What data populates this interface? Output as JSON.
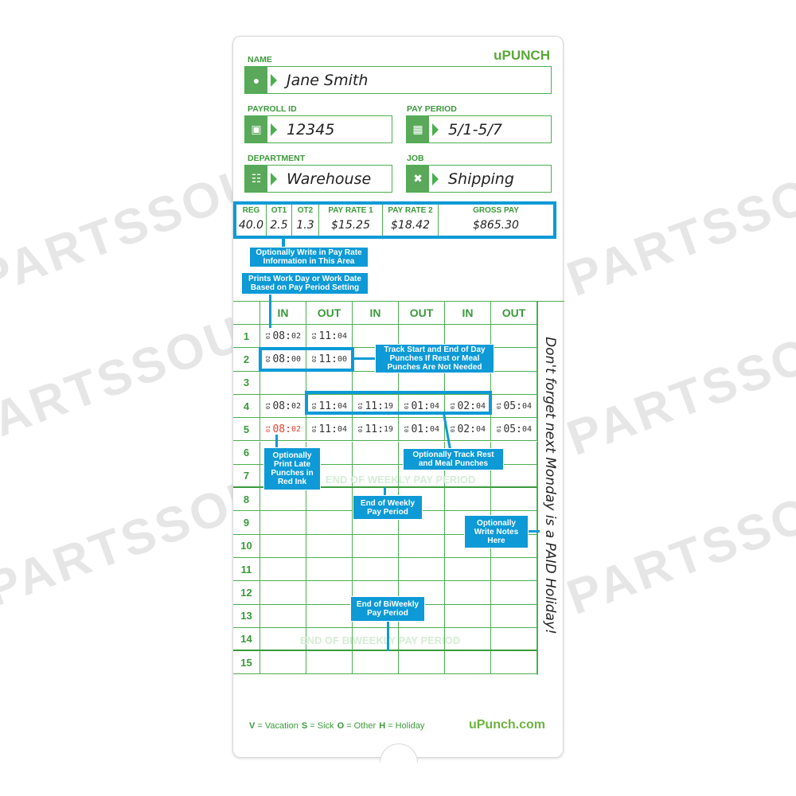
{
  "watermark": "PARTSSOURCE",
  "brand": {
    "logo": "uPUNCH",
    "site": "uPunch.com"
  },
  "fields": {
    "name": {
      "label": "NAME",
      "value": "Jane Smith",
      "icon": "person-icon"
    },
    "payroll_id": {
      "label": "PAYROLL ID",
      "value": "12345",
      "icon": "id-badge-icon"
    },
    "pay_period": {
      "label": "PAY PERIOD",
      "value": "5/1-5/7",
      "icon": "calendar-icon"
    },
    "department": {
      "label": "DEPARTMENT",
      "value": "Warehouse",
      "icon": "org-chart-icon"
    },
    "job": {
      "label": "JOB",
      "value": "Shipping",
      "icon": "tools-icon"
    }
  },
  "pay": [
    {
      "label": "REG",
      "value": "40.0"
    },
    {
      "label": "OT1",
      "value": "2.5"
    },
    {
      "label": "OT2",
      "value": "1.3"
    },
    {
      "label": "PAY RATE 1",
      "value": "$15.25"
    },
    {
      "label": "PAY RATE 2",
      "value": "$18.42"
    },
    {
      "label": "GROSS PAY",
      "value": "$865.30"
    }
  ],
  "columns": [
    "IN",
    "OUT",
    "IN",
    "OUT",
    "IN",
    "OUT"
  ],
  "rows": [
    {
      "n": "1",
      "p": [
        [
          "01",
          "08",
          "02"
        ],
        [
          "01",
          "11",
          "04"
        ]
      ]
    },
    {
      "n": "2",
      "p": [
        [
          "02",
          "08",
          "00"
        ],
        [
          "02",
          "11",
          "00"
        ]
      ]
    },
    {
      "n": "3",
      "p": []
    },
    {
      "n": "4",
      "p": [
        [
          "01",
          "08",
          "02"
        ],
        [
          "01",
          "11",
          "04"
        ],
        [
          "01",
          "11",
          "19"
        ],
        [
          "01",
          "01",
          "04"
        ],
        [
          "01",
          "02",
          "04"
        ],
        [
          "01",
          "05",
          "04"
        ]
      ]
    },
    {
      "n": "5",
      "p": [
        [
          "01",
          "08",
          "02"
        ],
        [
          "01",
          "11",
          "04"
        ],
        [
          "01",
          "11",
          "19"
        ],
        [
          "01",
          "01",
          "04"
        ],
        [
          "01",
          "02",
          "04"
        ],
        [
          "01",
          "05",
          "04"
        ]
      ],
      "late": 0
    },
    {
      "n": "6",
      "p": []
    },
    {
      "n": "7",
      "p": []
    },
    {
      "n": "8",
      "p": []
    },
    {
      "n": "9",
      "p": []
    },
    {
      "n": "10",
      "p": []
    },
    {
      "n": "11",
      "p": []
    },
    {
      "n": "12",
      "p": []
    },
    {
      "n": "13",
      "p": []
    },
    {
      "n": "14",
      "p": []
    },
    {
      "n": "15",
      "p": []
    }
  ],
  "late_color": "#e8412c",
  "accent": "#0d9ad6",
  "green": "#3a9a3a",
  "weekly_text": "END OF WEEKLY PAY PERIOD",
  "biweekly_text": "END OF BIWEEKLY PAY PERIOD",
  "note": "Don't forget next Monday is a PAID Holiday!",
  "callouts": {
    "pay_rate": "Optionally Write in Pay Rate Information in This Area",
    "work_day": "Prints Work Day or Work Date Based on Pay Period Setting",
    "start_end": "Track Start and End of Day Punches If Rest or Meal Punches Are Not Needed",
    "rest_meal": "Optionally Track Rest and Meal Punches",
    "late": "Optionally Print Late Punches in Red Ink",
    "weekly": "End of Weekly Pay Period",
    "notes": "Optionally Write Notes Here",
    "biweekly": "End of BiWeekly Pay Period"
  },
  "legend": [
    {
      "k": "V",
      "v": "= Vacation"
    },
    {
      "k": "S",
      "v": "= Sick"
    },
    {
      "k": "O",
      "v": "= Other"
    },
    {
      "k": "H",
      "v": "= Holiday"
    }
  ]
}
